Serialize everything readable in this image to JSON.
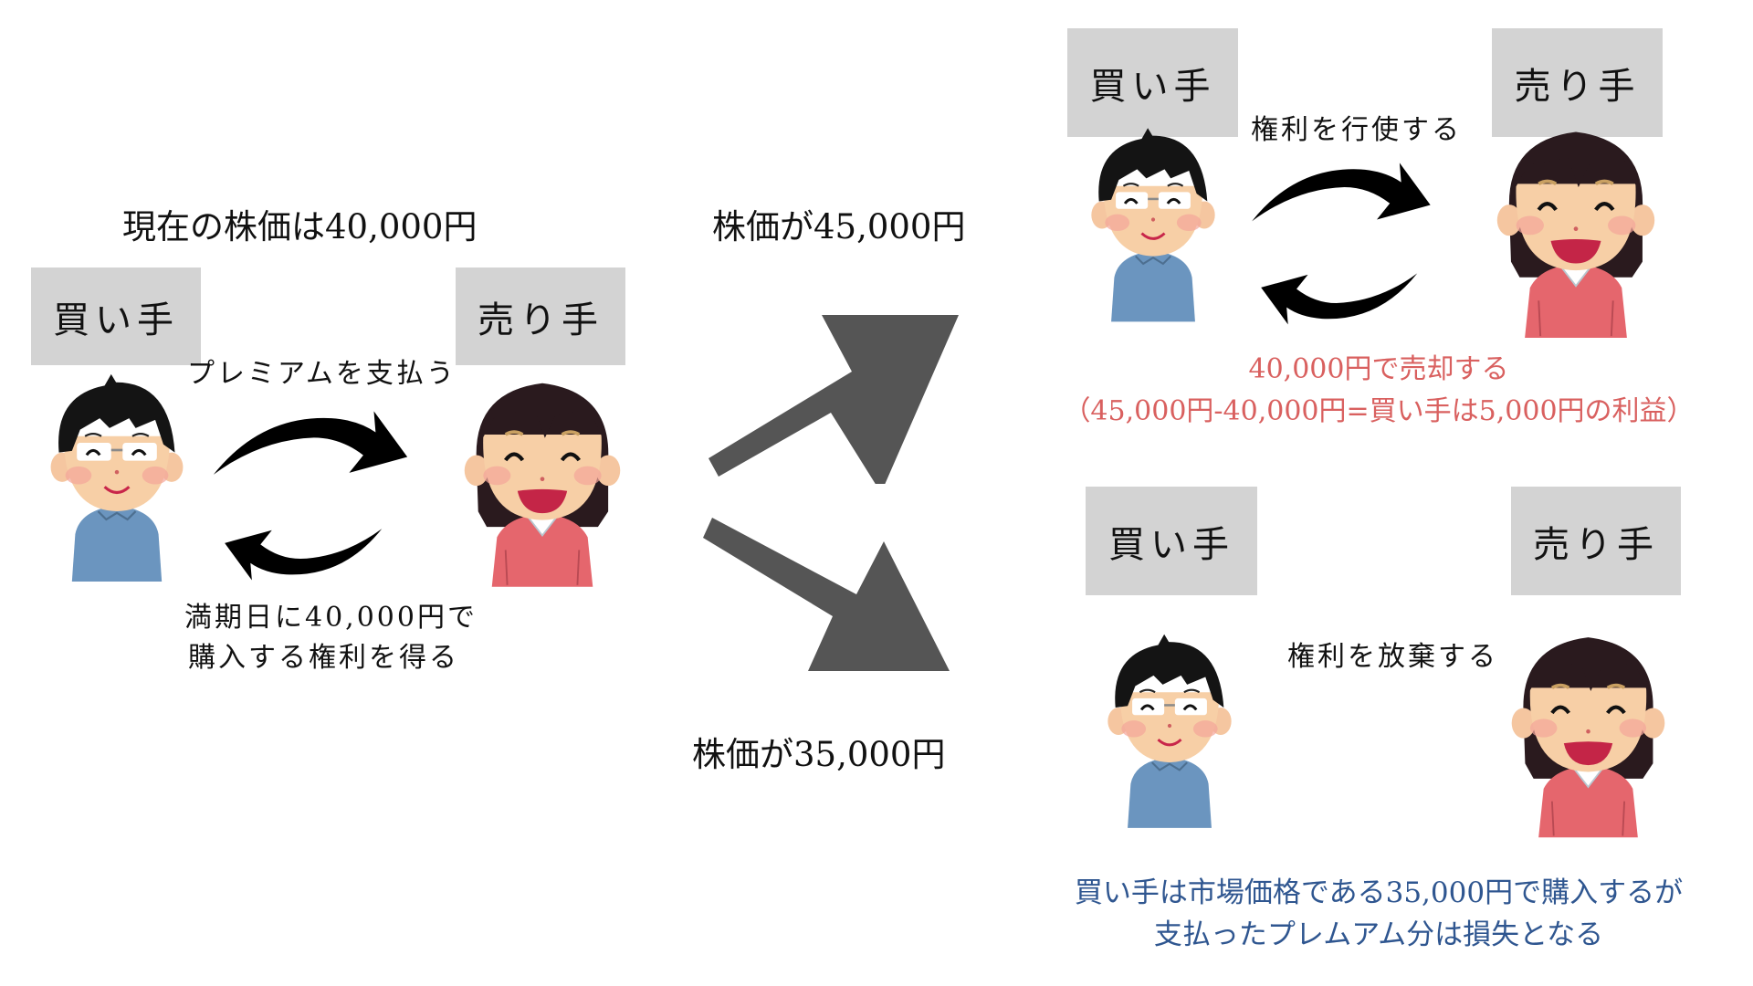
{
  "left_scenario": {
    "current_price": "現在の株価は40,000円",
    "buyer_label": "買い手",
    "seller_label": "売り手",
    "pay_premium": "プレミアムを支払う",
    "right_line1": "満期日に40,000円で",
    "right_line2": "購入する権利を得る"
  },
  "middle": {
    "price_up": "株価が45,000円",
    "price_down": "株価が35,000円"
  },
  "upper_right": {
    "buyer_label": "買い手",
    "seller_label": "売り手",
    "action": "権利を行使する",
    "result_line1": "40,000円で売却する",
    "result_line2": "（45,000円-40,000円=買い手は5,000円の利益）"
  },
  "lower_right": {
    "buyer_label": "買い手",
    "seller_label": "売り手",
    "action": "権利を放棄する",
    "result_line1": "買い手は市場価格である35,000円で購入するが",
    "result_line2": "支払ったプレムアム分は損失となる"
  },
  "colors": {
    "label_box": "#d3d3d3",
    "profit_text": "#d9605f",
    "loss_text": "#2f5690",
    "trend_arrow": "#555555",
    "exchange_arrow": "#000000",
    "buyer_shirt": "#6b95bf",
    "seller_shirt": "#e5666d"
  }
}
